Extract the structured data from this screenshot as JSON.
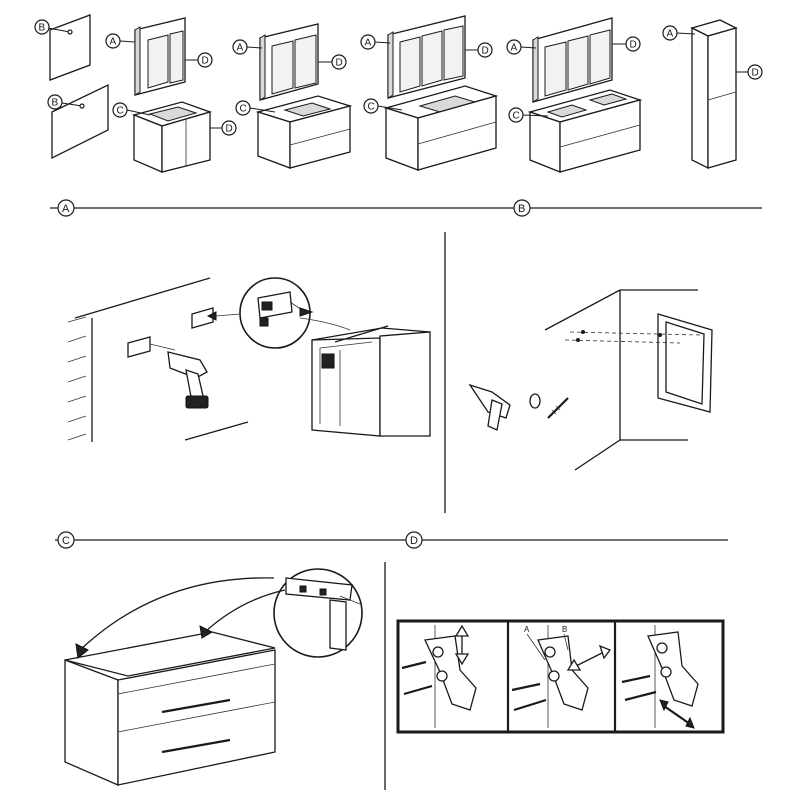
{
  "overview": {
    "labels": {
      "a": "A",
      "b": "B",
      "c": "C",
      "d": "D"
    }
  },
  "sections": {
    "a": {
      "label": "A"
    },
    "b": {
      "label": "B"
    },
    "c": {
      "label": "C"
    },
    "d": {
      "label": "D"
    }
  },
  "hinge_steps": {
    "point_a": "A",
    "point_b": "B"
  }
}
